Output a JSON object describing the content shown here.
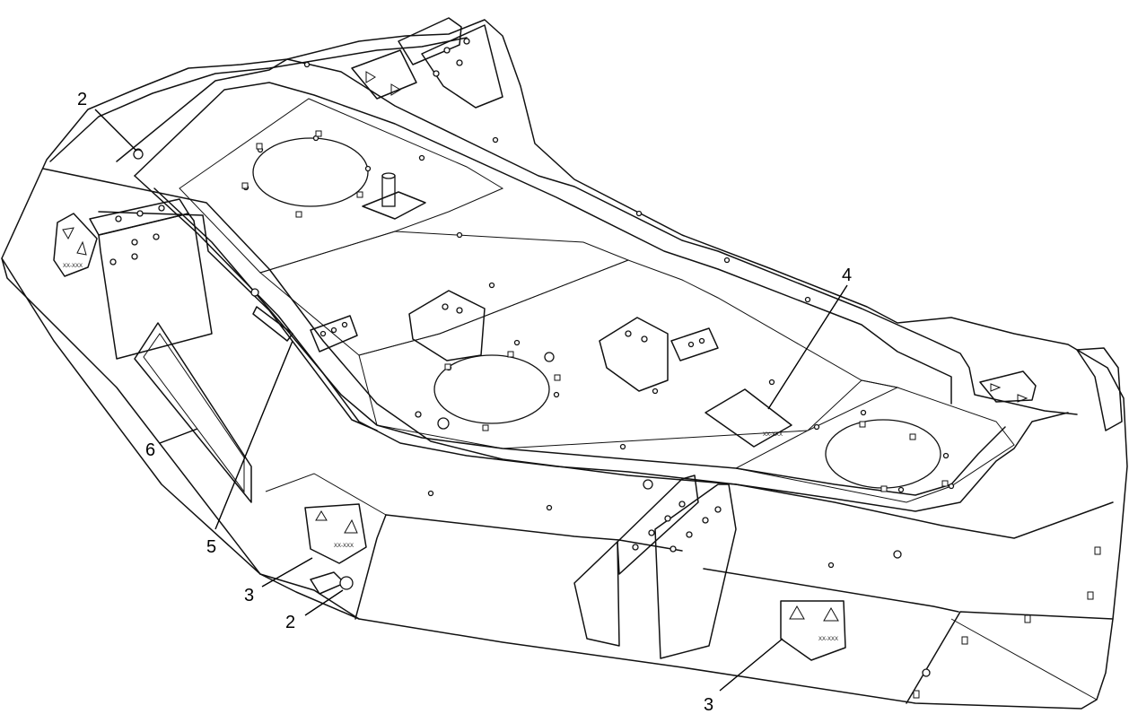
{
  "callouts": [
    {
      "id": "2-top",
      "label": "2"
    },
    {
      "id": "4",
      "label": "4"
    },
    {
      "id": "6",
      "label": "6"
    },
    {
      "id": "5",
      "label": "5"
    },
    {
      "id": "3-left",
      "label": "3"
    },
    {
      "id": "2-bottom",
      "label": "2"
    },
    {
      "id": "3-bottom",
      "label": "3"
    }
  ]
}
